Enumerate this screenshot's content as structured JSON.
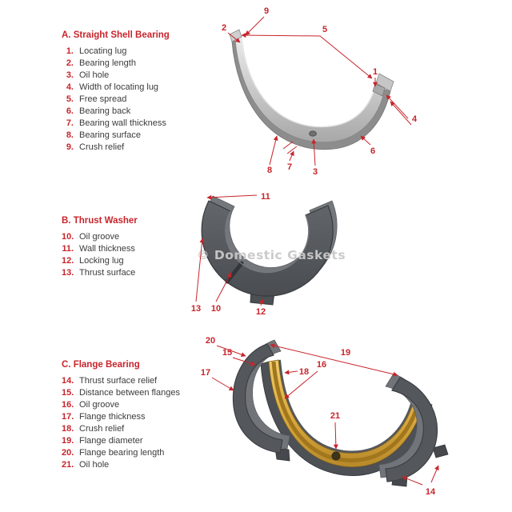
{
  "colors": {
    "accent_red": "#c8242b",
    "text": "#3b3b3b",
    "shell_gray": "#c9c9c9",
    "washer_gray": "#565a5e",
    "flange_gold": "#d9a93f",
    "watermark_gray": "#c9c9c9"
  },
  "watermark": "© Domestic Gaskets",
  "sections": [
    {
      "title": "A. Straight Shell Bearing",
      "items": [
        {
          "num": "1.",
          "label": "Locating lug"
        },
        {
          "num": "2.",
          "label": "Bearing length"
        },
        {
          "num": "3.",
          "label": "Oil hole"
        },
        {
          "num": "4.",
          "label": "Width of locating lug"
        },
        {
          "num": "5.",
          "label": "Free spread"
        },
        {
          "num": "6.",
          "label": "Bearing back"
        },
        {
          "num": "7.",
          "label": "Bearing wall thickness"
        },
        {
          "num": "8.",
          "label": "Bearing surface"
        },
        {
          "num": "9.",
          "label": "Crush relief"
        }
      ]
    },
    {
      "title": "B. Thrust Washer",
      "items": [
        {
          "num": "10.",
          "label": "Oil groove"
        },
        {
          "num": "11.",
          "label": "Wall thickness"
        },
        {
          "num": "12.",
          "label": "Locking lug"
        },
        {
          "num": "13.",
          "label": "Thrust surface"
        }
      ]
    },
    {
      "title": "C. Flange Bearing",
      "items": [
        {
          "num": "14.",
          "label": "Thrust surface relief"
        },
        {
          "num": "15.",
          "label": "Distance between flanges"
        },
        {
          "num": "16.",
          "label": "Oil groove"
        },
        {
          "num": "17.",
          "label": "Flange thickness"
        },
        {
          "num": "18.",
          "label": "Crush relief"
        },
        {
          "num": "19.",
          "label": "Flange diameter"
        },
        {
          "num": "20.",
          "label": "Flange bearing length"
        },
        {
          "num": "21.",
          "label": "Oil hole"
        }
      ]
    }
  ],
  "diagram_labels": {
    "n1": "1",
    "n2": "2",
    "n3": "3",
    "n4": "4",
    "n5": "5",
    "n6": "6",
    "n7": "7",
    "n8": "8",
    "n9": "9",
    "n10": "10",
    "n11": "11",
    "n12": "12",
    "n13": "13",
    "n14": "14",
    "n15": "15",
    "n16": "16",
    "n17": "17",
    "n18": "18",
    "n19": "19",
    "n20": "20",
    "n21": "21"
  }
}
